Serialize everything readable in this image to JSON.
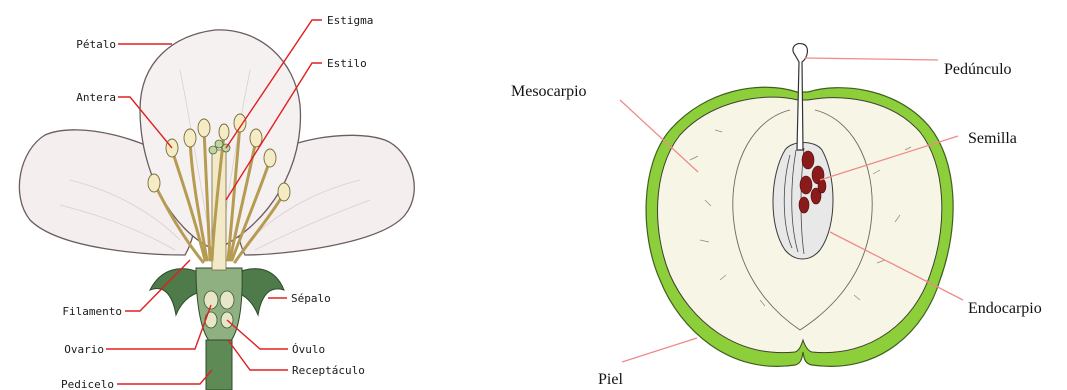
{
  "colors": {
    "leader": "#e02020",
    "apple_leader": "#f08a8a",
    "petal": "#f4eeee",
    "petal_shade": "#d9cfd0",
    "stamen": "#e8d9a0",
    "sepal": "#4f7a4a",
    "stem_green": "#5d8a55",
    "apple_skin": "#8ccf3a",
    "apple_flesh": "#f7f6e6",
    "seed": "#8b1a1a"
  },
  "flower": {
    "labels": {
      "petalo": "Pétalo",
      "antera": "Antera",
      "filamento": "Filamento",
      "ovario": "Ovario",
      "pedicelo": "Pedicelo",
      "estigma": "Estigma",
      "estilo": "Estilo",
      "sepalo": "Sépalo",
      "ovulo": "Óvulo",
      "receptaculo": "Receptáculo"
    }
  },
  "fruit": {
    "labels": {
      "mesocarpio": "Mesocarpio",
      "pedunculo": "Pedúnculo",
      "semilla": "Semilla",
      "endocarpio": "Endocarpio",
      "piel": "Piel"
    }
  }
}
